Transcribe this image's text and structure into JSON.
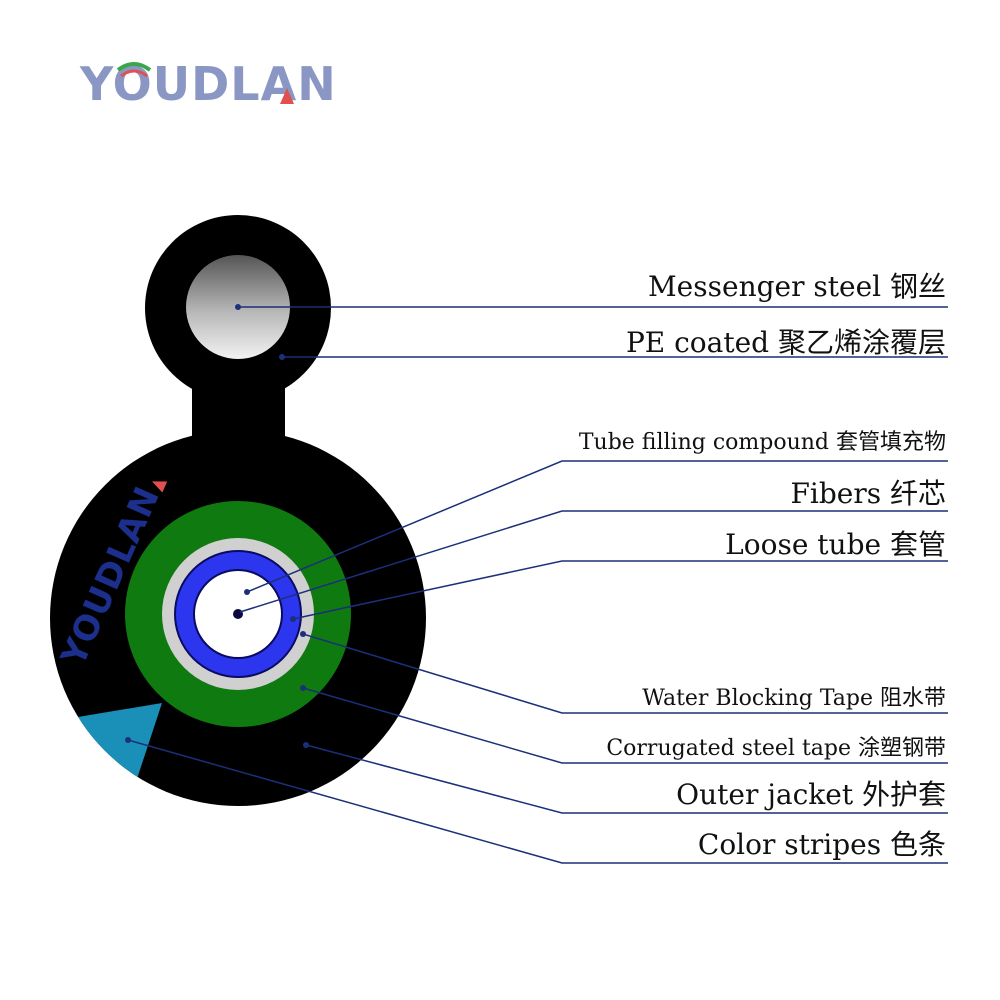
{
  "brand": {
    "name": "YOUDLAN",
    "logo_color": "#8a97c4",
    "logo_accent_red": "#e05050",
    "logo_accent_green": "#3aa64a",
    "watermark_color": "#1c2f8c"
  },
  "labels": [
    {
      "key": "messenger",
      "text": "Messenger steel 钢丝"
    },
    {
      "key": "pe",
      "text": "PE coated 聚乙烯涂覆层"
    },
    {
      "key": "filling",
      "text": "Tube filling compound 套管填充物"
    },
    {
      "key": "fibers",
      "text": "Fibers 纤芯"
    },
    {
      "key": "tube",
      "text": "Loose tube 套管"
    },
    {
      "key": "wbt",
      "text": "Water Blocking Tape 阻水带"
    },
    {
      "key": "cst",
      "text": "Corrugated steel tape 涂塑钢带"
    },
    {
      "key": "jacket",
      "text": "Outer jacket 外护套"
    },
    {
      "key": "stripes",
      "text": "Color stripes 色条"
    }
  ],
  "colors": {
    "jacket": "#000000",
    "steel_tape": "#0f7a0f",
    "water_blocking_tape": "#d0d0d0",
    "loose_tube": "#2b36ee",
    "fiber_core": "#ffffff",
    "color_stripe": "#1a8fb8",
    "leader_line": "#1c2f7a"
  }
}
